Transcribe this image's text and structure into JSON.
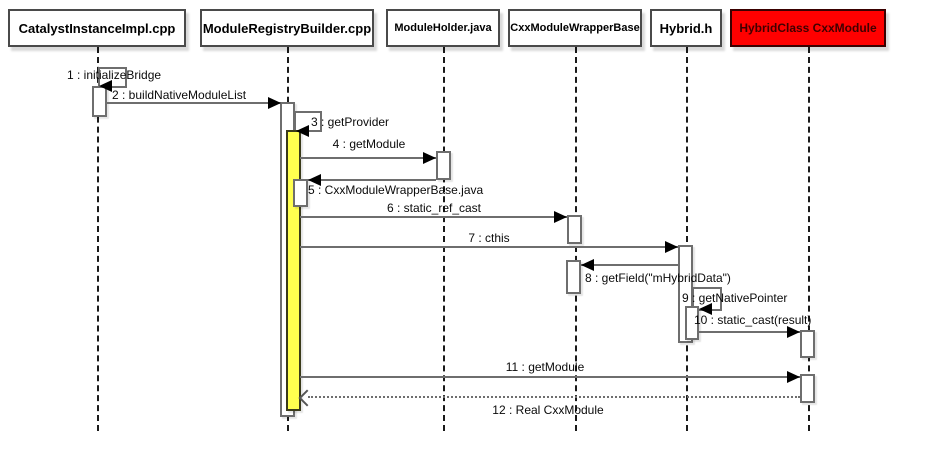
{
  "diagram": {
    "type": "uml-sequence-diagram",
    "participants": [
      {
        "id": "catalyst-instance-impl",
        "label": "CatalystInstanceImpl.cpp",
        "fill": "#ffffff",
        "text_color": "#000000"
      },
      {
        "id": "module-registry-builder",
        "label": "ModuleRegistryBuilder.cpp",
        "fill": "#ffffff",
        "text_color": "#000000"
      },
      {
        "id": "module-holder",
        "label": "ModuleHolder.java",
        "fill": "#ffffff",
        "text_color": "#000000"
      },
      {
        "id": "cxx-module-wrapper-base",
        "label": "CxxModuleWrapperBase",
        "fill": "#ffffff",
        "text_color": "#000000"
      },
      {
        "id": "hybrid-h",
        "label": "Hybrid.h",
        "fill": "#ffffff",
        "text_color": "#000000"
      },
      {
        "id": "hybrid-class-cxx-module",
        "label": "HybridClass CxxModule",
        "fill": "#ff0000",
        "text_color": "#400000"
      }
    ],
    "messages": [
      {
        "num": 1,
        "label": "1 : initializeBridge",
        "from": "catalyst-instance-impl",
        "to": "catalyst-instance-impl",
        "kind": "self"
      },
      {
        "num": 2,
        "label": "2 : buildNativeModuleList",
        "from": "catalyst-instance-impl",
        "to": "module-registry-builder",
        "kind": "call"
      },
      {
        "num": 3,
        "label": "3 : getProvider",
        "from": "module-registry-builder",
        "to": "module-registry-builder",
        "kind": "self"
      },
      {
        "num": 4,
        "label": "4 : getModule",
        "from": "module-registry-builder",
        "to": "module-holder",
        "kind": "call"
      },
      {
        "num": 5,
        "label": "5 : CxxModuleWrapperBase.java",
        "from": "module-holder",
        "to": "module-registry-builder",
        "kind": "call-back"
      },
      {
        "num": 6,
        "label": "6 : static_ref_cast",
        "from": "module-registry-builder",
        "to": "cxx-module-wrapper-base",
        "kind": "call"
      },
      {
        "num": 7,
        "label": "7 : cthis",
        "from": "module-registry-builder",
        "to": "hybrid-h",
        "kind": "call"
      },
      {
        "num": 8,
        "label": "8 : getField(\"mHybridData\")",
        "from": "hybrid-h",
        "to": "cxx-module-wrapper-base",
        "kind": "call-back"
      },
      {
        "num": 9,
        "label": "9 : getNativePointer",
        "from": "hybrid-h",
        "to": "hybrid-h",
        "kind": "self"
      },
      {
        "num": 10,
        "label": "10 : static_cast(result)",
        "from": "hybrid-h",
        "to": "hybrid-class-cxx-module",
        "kind": "call"
      },
      {
        "num": 11,
        "label": "11 : getModule",
        "from": "module-registry-builder",
        "to": "hybrid-class-cxx-module",
        "kind": "call"
      },
      {
        "num": 12,
        "label": "12 : Real CxxModule",
        "from": "hybrid-class-cxx-module",
        "to": "module-registry-builder",
        "kind": "return-dashed"
      }
    ],
    "colors": {
      "activation_highlight": "#ffff4f",
      "participant_alert_fill": "#ff0000",
      "message_line": "#6e6e6e",
      "lifeline": "#1a1a1a"
    }
  }
}
